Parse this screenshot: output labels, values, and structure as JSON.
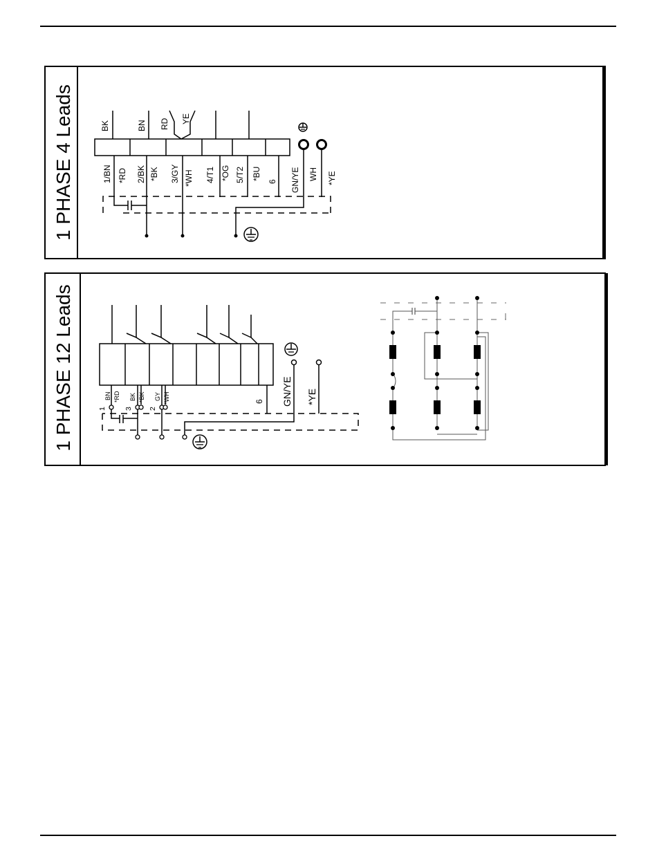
{
  "page": {
    "panel1": {
      "title": "1 PHASE 4 Leads",
      "top_labels": [
        "BK",
        "BN",
        "RD",
        "YE"
      ],
      "bottom_labels": [
        "1/BN",
        "*RD",
        "2/BK",
        "*BK",
        "3/GY",
        "*WH",
        "4/T1",
        "*OG",
        "5/T2",
        "*BU",
        "6",
        "GN/YE",
        "WH",
        "*YE"
      ]
    },
    "panel2": {
      "title": "1 PHASE 12 Leads",
      "terminal_labels": [
        "1",
        "BN",
        "*RD",
        "3",
        "BK",
        "*BK",
        "2",
        "GY",
        "*WH",
        "6",
        "GN/YE",
        "*YE"
      ]
    }
  }
}
